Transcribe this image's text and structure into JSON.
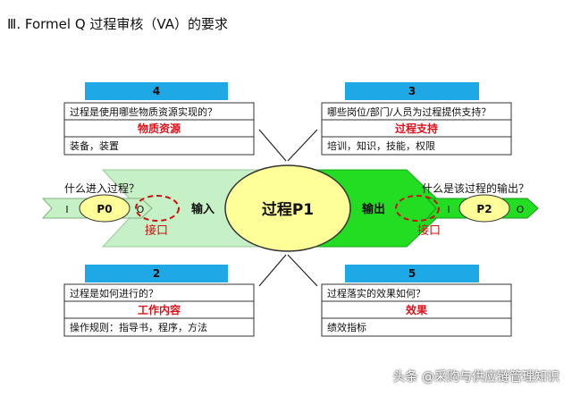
{
  "title": "Ⅲ. Formel Q 过程审核（VA）的要求",
  "process": {
    "label": "过程P1",
    "input_label": "输入",
    "output_label": "输出"
  },
  "left_node": {
    "question": "什么进入过程？",
    "i": "I",
    "p": "P0",
    "o": "O"
  },
  "right_node": {
    "question": "什么是该过程的输出？",
    "i": "I",
    "p": "P2",
    "o": "O"
  },
  "interface_label": "接口",
  "boxes": [
    {
      "number": "4",
      "question": "过程是使用哪些物质资源实现的？",
      "heading": "物质资源",
      "items": "装备，装置"
    },
    {
      "number": "3",
      "question": "哪些岗位/部门/人员为过程提供支持？",
      "heading": "过程支持",
      "items": "培训，知识，技能，权限"
    },
    {
      "number": "2",
      "question": "过程是如何进行的？",
      "heading": "工作内容",
      "items": "操作规则：指导书，程序，方法"
    },
    {
      "number": "5",
      "question": "过程落实的效果如何？",
      "heading": "效果",
      "items": "绩效指标"
    }
  ],
  "watermark": "头条 @采购与供应链管理知识",
  "colors": {
    "header_blue": "#1EA9E6",
    "light_green": "#C6F0C6",
    "bright_green": "#22DD22",
    "node_yellow": "#FFFF99",
    "red_text": "#E0101A",
    "interface_red": "#CC1111"
  }
}
